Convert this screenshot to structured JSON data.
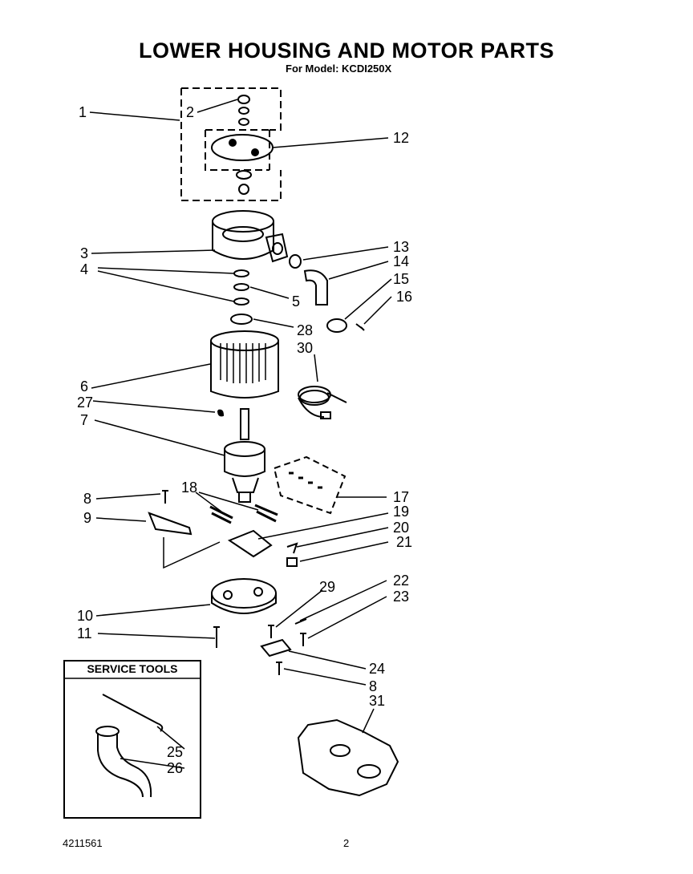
{
  "title": "LOWER HOUSING AND MOTOR PARTS",
  "subtitle": "For Model: KCDI250X",
  "service_tools_header": "SERVICE TOOLS",
  "document_number": "4211561",
  "page_number": "2",
  "callouts": {
    "c1": "1",
    "c2": "2",
    "c3": "3",
    "c4": "4",
    "c5": "5",
    "c6": "6",
    "c7": "7",
    "c8a": "8",
    "c8b": "8",
    "c9": "9",
    "c10": "10",
    "c11": "11",
    "c12": "12",
    "c13": "13",
    "c14": "14",
    "c15": "15",
    "c16": "16",
    "c17": "17",
    "c18": "18",
    "c19": "19",
    "c20": "20",
    "c21": "21",
    "c22": "22",
    "c23": "23",
    "c24": "24",
    "c25": "25",
    "c26": "26",
    "c27": "27",
    "c28": "28",
    "c29": "29",
    "c30": "30",
    "c31": "31"
  }
}
